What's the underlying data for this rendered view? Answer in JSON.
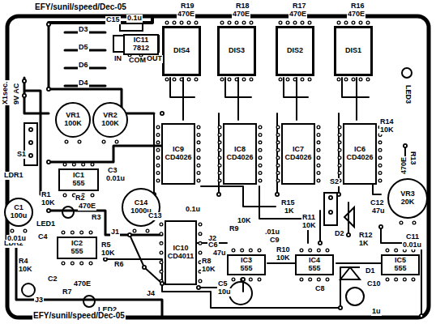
{
  "diagram": {
    "nodes": [
      {
        "text": [
          "IC11",
          "7812"
        ]
      },
      {
        "text": [
          "DIS4"
        ]
      },
      {
        "text": [
          "DIS3"
        ]
      },
      {
        "text": [
          "DIS2"
        ]
      },
      {
        "text": [
          "DIS1"
        ]
      },
      {
        "text": [
          "VR1",
          "100K"
        ]
      },
      {
        "text": [
          "VR2",
          "100K"
        ]
      },
      {
        "text": [
          "IC9",
          "CD4026"
        ]
      },
      {
        "text": [
          "IC8",
          "CD4026"
        ]
      },
      {
        "text": [
          "IC7",
          "CD4026"
        ]
      },
      {
        "text": [
          "IC6",
          "CD4026"
        ]
      },
      {
        "text": [
          "VR3",
          "20K"
        ]
      },
      {
        "text": [
          "IC1",
          "555"
        ]
      },
      {
        "text": [
          "C14",
          "1000u"
        ]
      },
      {
        "text": [
          "C1",
          "100u"
        ]
      },
      {
        "text": [
          "IC10",
          "CD4011"
        ]
      },
      {
        "text": [
          "IC2",
          "555"
        ]
      },
      {
        "text": [
          "IC3",
          "555"
        ]
      },
      {
        "text": [
          "IC4",
          "555"
        ]
      },
      {
        "text": [
          "IC5",
          "555"
        ]
      }
    ],
    "labels": [
      "EFY/sunil/speed/Dec-05",
      "R19",
      "470E",
      "R18",
      "470E",
      "R17",
      "470E",
      "R16",
      "470E",
      "D3",
      "D5",
      "D6",
      "D4",
      "C15",
      "0.1u",
      "IN",
      "COM",
      "OUT",
      "X1sec.",
      "9V AC",
      "LED3",
      "R13",
      "470E",
      "R14",
      "10K",
      "S1",
      "S2",
      "LDR1",
      "LDR2",
      "R1",
      "10K",
      "R2",
      "470E",
      "R3",
      "LED1",
      "0.01u",
      "C4",
      "C3",
      "0.01u",
      "R5",
      "10K",
      "R4",
      "10K",
      "R6",
      "R7",
      "470E",
      "LED2",
      "C2",
      "J1",
      "J2",
      "J3",
      "J4",
      "C13",
      "0.1u",
      "R8",
      "10K",
      "C6",
      "47u",
      "R9",
      "10K",
      "C9",
      ".01u",
      "R10",
      "10K",
      "R11",
      "10K",
      "R15",
      "1K",
      "C5",
      "10u",
      "D1",
      "D2",
      "R12",
      "1K",
      "C12",
      "47u",
      "C11",
      "0.01u",
      "C10",
      "1u",
      "C8",
      "EFY/sunil/speed/Dec-05"
    ]
  }
}
